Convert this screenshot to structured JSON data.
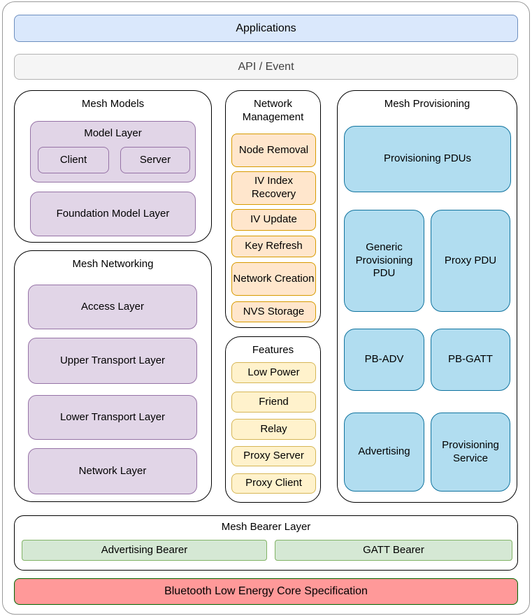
{
  "layers": {
    "applications": {
      "label": "Applications"
    },
    "api_event": {
      "label": "API / Event"
    }
  },
  "groups": {
    "mesh_models": {
      "title": "Mesh Models",
      "model_layer": {
        "title": "Model Layer",
        "items": [
          "Client",
          "Server"
        ]
      },
      "foundation_label": "Foundation Model Layer"
    },
    "mesh_networking": {
      "title": "Mesh Networking",
      "items": [
        "Access Layer",
        "Upper Transport Layer",
        "Lower Transport Layer",
        "Network Layer"
      ]
    },
    "network_management": {
      "title": "Network Management",
      "items": [
        "Node Removal",
        "IV Index Recovery",
        "IV Update",
        "Key Refresh",
        "Network Creation",
        "NVS Storage"
      ]
    },
    "features": {
      "title": "Features",
      "items": [
        "Low Power",
        "Friend",
        "Relay",
        "Proxy Server",
        "Proxy Client"
      ]
    },
    "mesh_provisioning": {
      "title": "Mesh Provisioning",
      "items": [
        "Provisioning PDUs",
        "Generic Provisioning PDU",
        "Proxy PDU",
        "PB-ADV",
        "PB-GATT",
        "Advertising",
        "Provisioning Service"
      ]
    },
    "mesh_bearer": {
      "title": "Mesh Bearer Layer",
      "items": [
        "Advertising Bearer",
        "GATT Bearer"
      ]
    },
    "ble_core": {
      "label": "Bluetooth Low Energy Core Specification"
    }
  },
  "colors": {
    "applications_fill": "#dae8fc",
    "applications_border": "#6c8ebf",
    "api_fill": "#f5f5f5",
    "api_border": "#b3b3b3",
    "api_text": "#404040",
    "purple_fill": "#e1d5e7",
    "purple_border": "#9673a6",
    "orange_fill": "#ffe6cc",
    "orange_border": "#d79b00",
    "yellow_fill": "#fff2cc",
    "yellow_border": "#d6b656",
    "blue_fill": "#b1ddf0",
    "blue_border": "#10739e",
    "green_fill": "#d5e8d4",
    "green_border": "#82b366",
    "red_fill": "#ff9999",
    "red_border": "#006600",
    "frame_border": "#999999"
  }
}
